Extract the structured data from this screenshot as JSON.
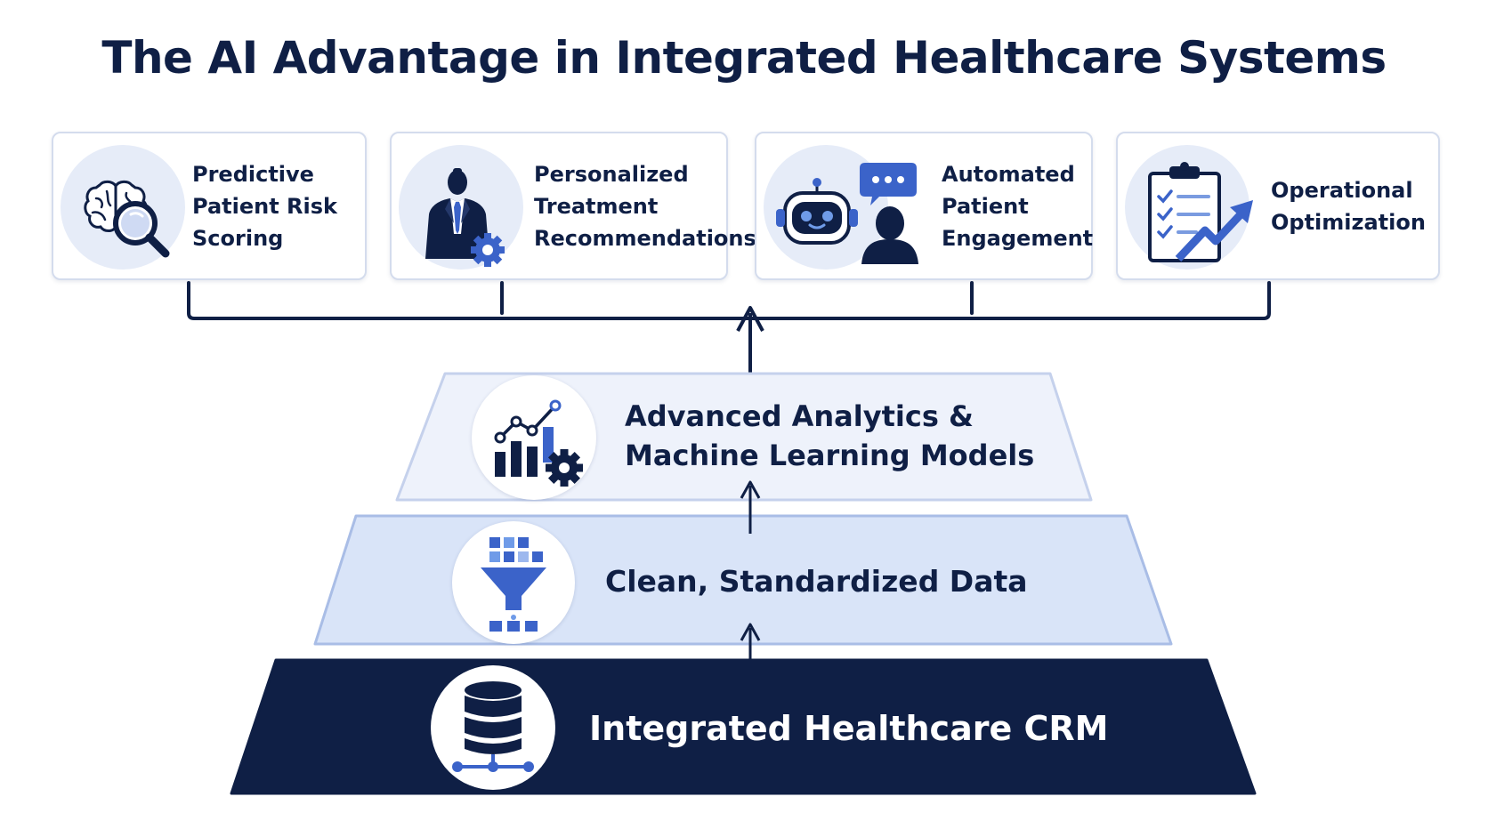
{
  "title": "The AI Advantage in Integrated Healthcare Systems",
  "cards": [
    {
      "lines": [
        "Predictive",
        "Patient Risk",
        "Scoring"
      ],
      "icon": "brain-magnifier-icon"
    },
    {
      "lines": [
        "Personalized",
        "Treatment",
        "Recommendations"
      ],
      "icon": "doctor-gear-icon"
    },
    {
      "lines": [
        "Automated",
        "Patient",
        "Engagement"
      ],
      "icon": "chatbot-patient-icon"
    },
    {
      "lines": [
        "Operational",
        "Optimization"
      ],
      "icon": "clipboard-trend-icon"
    }
  ],
  "layers": [
    {
      "lines": [
        "Advanced Analytics &",
        "Machine Learning Models"
      ],
      "icon": "analytics-gear-icon"
    },
    {
      "lines": [
        "Clean, Standardized Data"
      ],
      "icon": "data-funnel-icon"
    },
    {
      "lines": [
        "Integrated Healthcare CRM"
      ],
      "icon": "database-network-icon"
    }
  ],
  "colors": {
    "navy": "#0f1f45",
    "accent": "#3b63c9",
    "layer_top": "#eef2fb",
    "layer_mid": "#d9e4f8",
    "layer_base": "#0f1f45",
    "card_border": "#d4dced"
  }
}
